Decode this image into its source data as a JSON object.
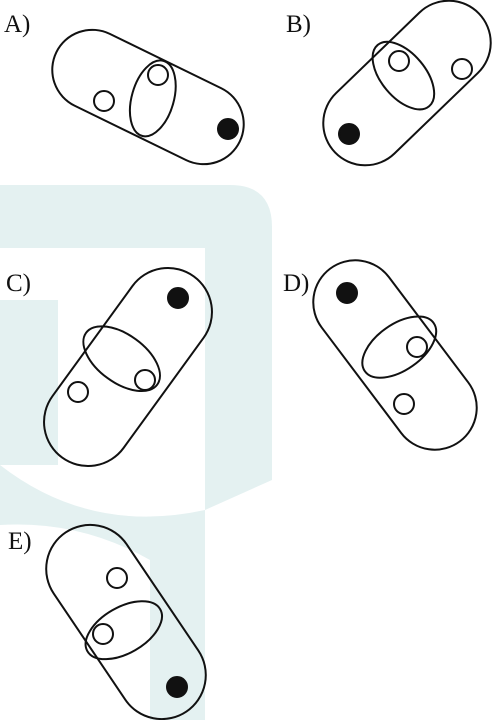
{
  "question": {
    "options": [
      {
        "id": "A",
        "label": "A)"
      },
      {
        "id": "B",
        "label": "B)"
      },
      {
        "id": "C",
        "label": "C)"
      },
      {
        "id": "D",
        "label": "D)"
      },
      {
        "id": "E",
        "label": "E)"
      }
    ]
  },
  "colors": {
    "ink": "#111111",
    "background": "#ffffff",
    "watermark": "#e4f1f1"
  }
}
